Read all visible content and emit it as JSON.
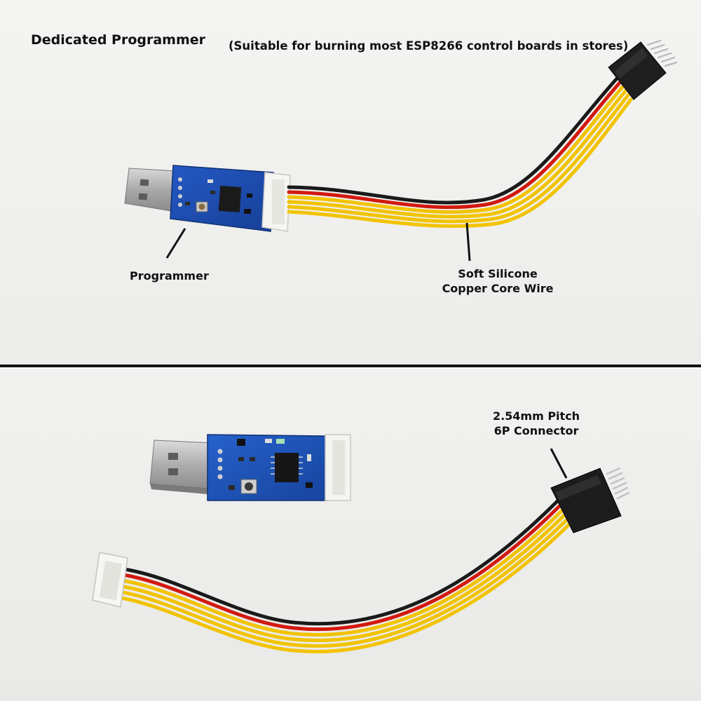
{
  "top_panel": {
    "title": "Dedicated Programmer",
    "subtitle": "(Suitable for burning most ESP8266 control boards in stores)",
    "callouts": {
      "programmer": "Programmer",
      "wire_line1": "Soft Silicone",
      "wire_line2": "Copper Core Wire"
    }
  },
  "bottom_panel": {
    "callouts": {
      "connector_line1": "2.54mm Pitch",
      "connector_line2": "6P Connector"
    }
  },
  "colors": {
    "pcb": "#1c4fb3",
    "usb_metal": "#b9b9b9",
    "wire_yellow": "#f2c300",
    "wire_red": "#d2190f",
    "wire_black": "#1a1a1a",
    "divider": "#111111"
  }
}
